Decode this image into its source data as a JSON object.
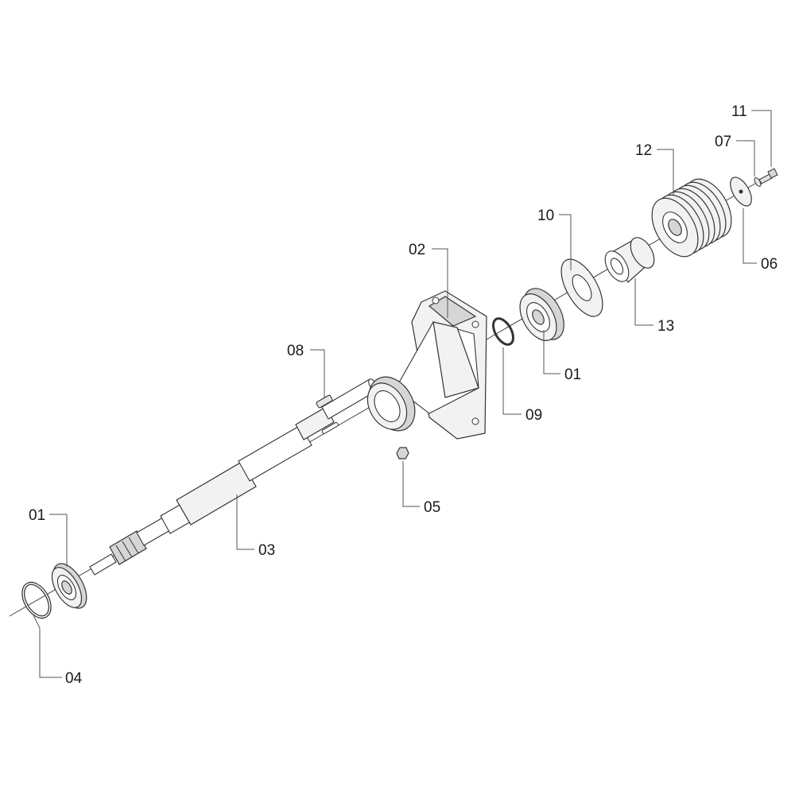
{
  "callouts": {
    "c01_left": "01",
    "c01_right": "01",
    "c02": "02",
    "c03": "03",
    "c04": "04",
    "c05": "05",
    "c06": "06",
    "c07": "07",
    "c08": "08",
    "c09": "09",
    "c10": "10",
    "c11": "11",
    "c12": "12",
    "c13": "13"
  }
}
